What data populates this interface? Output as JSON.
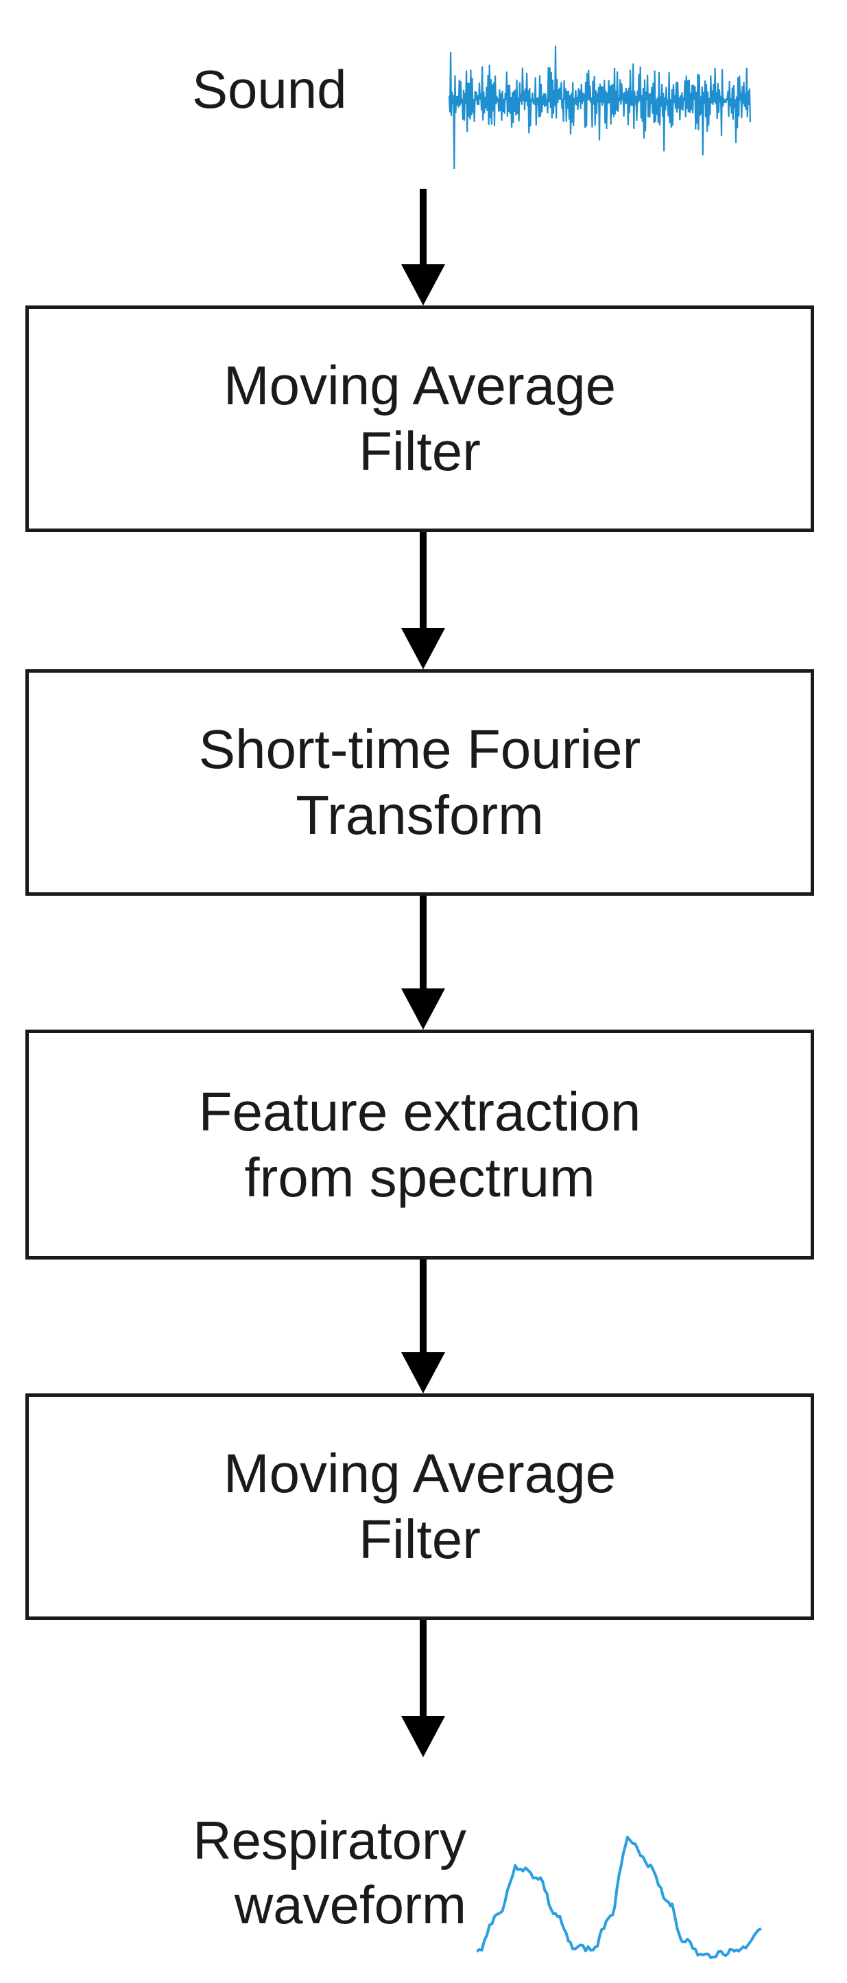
{
  "input": {
    "label": "Sound",
    "icon": "sound-waveform-icon",
    "color": "#1f8fd0"
  },
  "steps": [
    {
      "line1": "Moving Average",
      "line2": "Filter"
    },
    {
      "line1": "Short-time Fourier",
      "line2": "Transform"
    },
    {
      "line1": "Feature extraction",
      "line2": "from spectrum"
    },
    {
      "line1": "Moving Average",
      "line2": "Filter"
    }
  ],
  "output": {
    "line1": "Respiratory",
    "line2": "waveform",
    "icon": "respiratory-waveform-icon",
    "color": "#2a9ee0"
  }
}
